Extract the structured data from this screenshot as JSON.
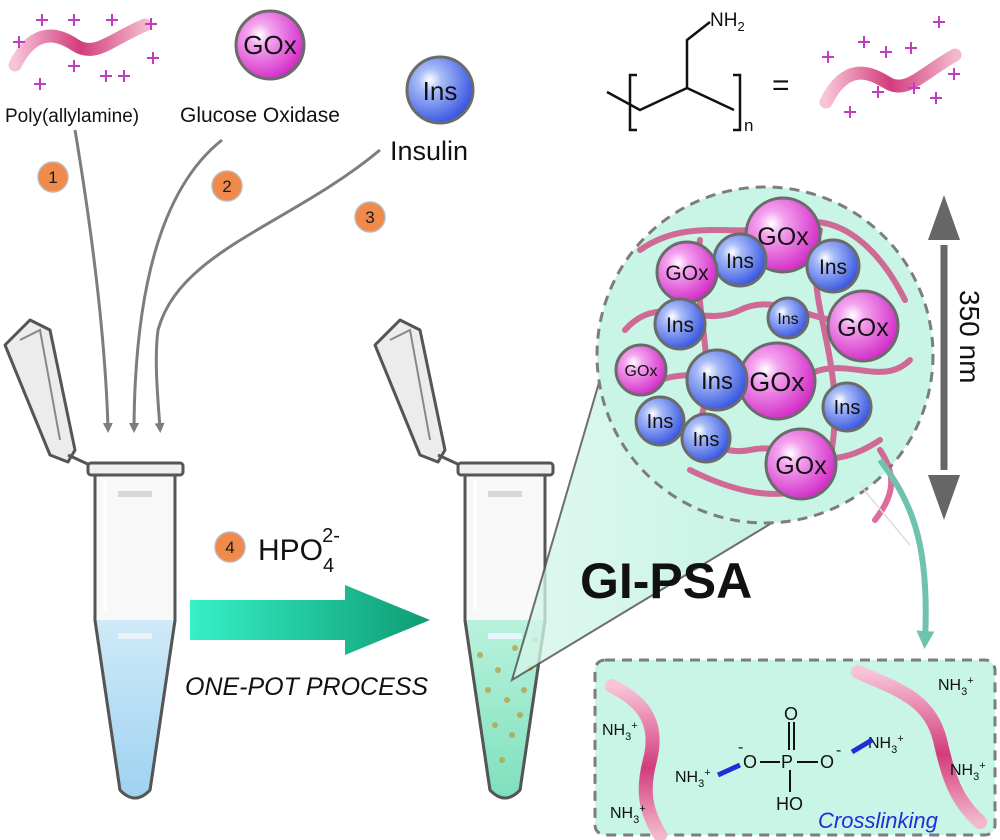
{
  "reagents": {
    "polymer_label": "Poly(allylamine)",
    "gox_label": "Glucose Oxidase",
    "gox_symbol": "GOx",
    "ins_label": "Insulin",
    "ins_symbol": "Ins"
  },
  "steps": [
    "1",
    "2",
    "3",
    "4"
  ],
  "structure": {
    "amine_group": "NH",
    "amine_sub": "2",
    "equals": "=",
    "subscript_n": "n"
  },
  "reaction": {
    "phosphate_main": "HPO",
    "phosphate_sub": "4",
    "phosphate_sup": "2-",
    "process_label": "ONE-POT PROCESS"
  },
  "particle": {
    "name": "GI-PSA",
    "size_label": "350 nm",
    "inner_labels": [
      "GOx",
      "Ins",
      "Ins",
      "GOx",
      "Ins",
      "Ins",
      "GOx",
      "GOx",
      "Ins",
      "GOx",
      "Ins",
      "Ins",
      "Ins",
      "GOx"
    ]
  },
  "crosslink": {
    "title": "Crosslinking",
    "ammonium": "NH",
    "ammonium_sub": "3",
    "ammonium_sup": "+",
    "phosphate_O_left": "O",
    "phosphate_O_right": "O",
    "phosphate_O_top": "O",
    "phosphate_P": "P",
    "phosphate_HO": "HO",
    "minus": "-"
  },
  "colors": {
    "gox_pink": "#e040d0",
    "ins_blue": "#4a6ae8",
    "polymer_pink": "#d23c7c",
    "plus_magenta": "#c03cc0",
    "step_orange": "#f08a4b",
    "arrow_teal": "#2fd4a8",
    "bg_mint": "#c8f5e6",
    "liquid_blue": "#b8e0f5"
  }
}
